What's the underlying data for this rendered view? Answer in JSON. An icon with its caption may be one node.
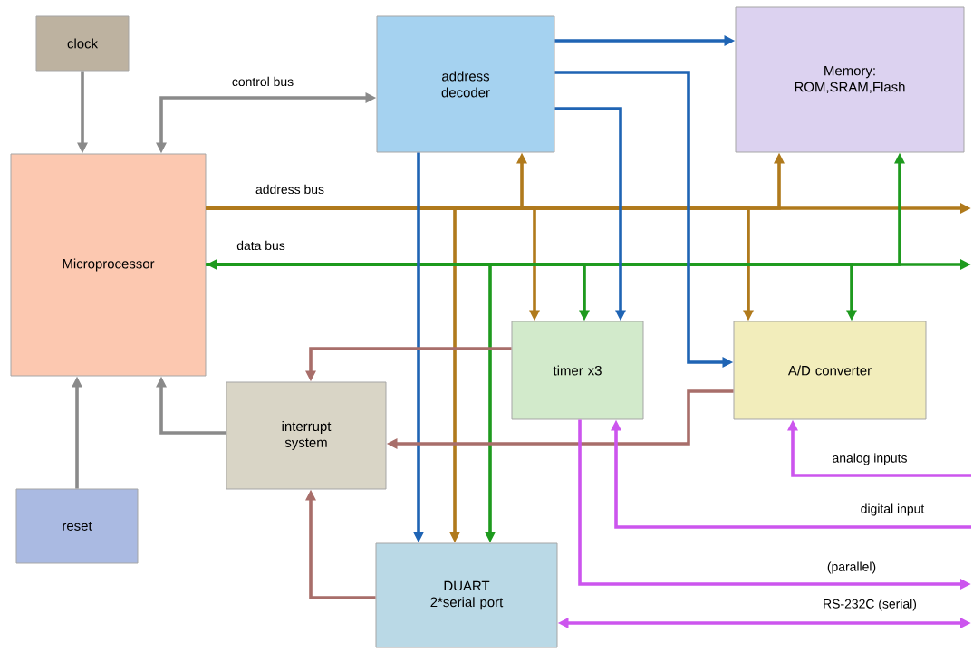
{
  "diagram": {
    "nodes": [
      {
        "text": [
          "clock"
        ]
      },
      {
        "text": [
          "Microprocessor"
        ]
      },
      {
        "text": [
          "address decoder"
        ]
      },
      {
        "text": [
          "Memory: ROM,SRAM,Flash"
        ]
      },
      {
        "text": [
          "timer x3"
        ]
      },
      {
        "text": [
          "A/D converter"
        ]
      },
      {
        "text": [
          "interrupt system"
        ]
      },
      {
        "text": [
          "reset"
        ]
      },
      {
        "text": [
          "DUART 2*serial port"
        ]
      }
    ],
    "edges": [
      {
        "from": 0,
        "to": 1,
        "arrow": "to",
        "color": "#8a8a8a"
      },
      {
        "from": 1,
        "to": 2,
        "arrow": "both",
        "label": "control bus",
        "color": "#8a8a8a"
      },
      {
        "from": 1,
        "to": null,
        "arrow": "to",
        "label": "address bus",
        "color": "#b07a1c"
      },
      {
        "from": 1,
        "to": 2,
        "arrow": "to",
        "color": "#b07a1c"
      },
      {
        "from": 1,
        "to": 3,
        "arrow": "to",
        "color": "#b07a1c"
      },
      {
        "from": 1,
        "to": 4,
        "arrow": "to",
        "color": "#b07a1c"
      },
      {
        "from": 1,
        "to": 5,
        "arrow": "to",
        "color": "#b07a1c"
      },
      {
        "from": 1,
        "to": 8,
        "arrow": "to",
        "color": "#b07a1c"
      },
      {
        "from": 1,
        "to": null,
        "arrow": "both",
        "label": "data bus",
        "color": "#1e9a1e"
      },
      {
        "from": 1,
        "to": 3,
        "arrow": "to",
        "color": "#1e9a1e"
      },
      {
        "from": 1,
        "to": 4,
        "arrow": "to",
        "color": "#1e9a1e"
      },
      {
        "from": 1,
        "to": 5,
        "arrow": "to",
        "color": "#1e9a1e"
      },
      {
        "from": 1,
        "to": 8,
        "arrow": "to",
        "color": "#1e9a1e"
      },
      {
        "from": 2,
        "to": 3,
        "arrow": "to",
        "color": "#1f64b4"
      },
      {
        "from": 2,
        "to": 4,
        "arrow": "to",
        "color": "#1f64b4"
      },
      {
        "from": 2,
        "to": 5,
        "arrow": "to",
        "color": "#1f64b4"
      },
      {
        "from": 2,
        "to": 8,
        "arrow": "to",
        "color": "#1f64b4"
      },
      {
        "from": 4,
        "to": 6,
        "arrow": "to",
        "color": "#a86e6a"
      },
      {
        "from": 5,
        "to": 6,
        "arrow": "to",
        "color": "#a86e6a"
      },
      {
        "from": 8,
        "to": 6,
        "arrow": "to",
        "color": "#a86e6a"
      },
      {
        "from": 6,
        "to": 1,
        "arrow": "to",
        "color": "#8a8a8a"
      },
      {
        "from": 7,
        "to": 1,
        "arrow": "to",
        "color": "#8a8a8a"
      },
      {
        "from": null,
        "to": 5,
        "arrow": "to",
        "label": "analog inputs",
        "color": "#cc55ee"
      },
      {
        "from": null,
        "to": 4,
        "arrow": "to",
        "label": "digital input",
        "color": "#cc55ee"
      },
      {
        "from": 4,
        "to": null,
        "arrow": "to",
        "label": "(parallel)",
        "color": "#cc55ee"
      },
      {
        "from": 8,
        "to": null,
        "arrow": "both",
        "label": "RS-232C (serial)",
        "color": "#cc55ee"
      }
    ]
  }
}
